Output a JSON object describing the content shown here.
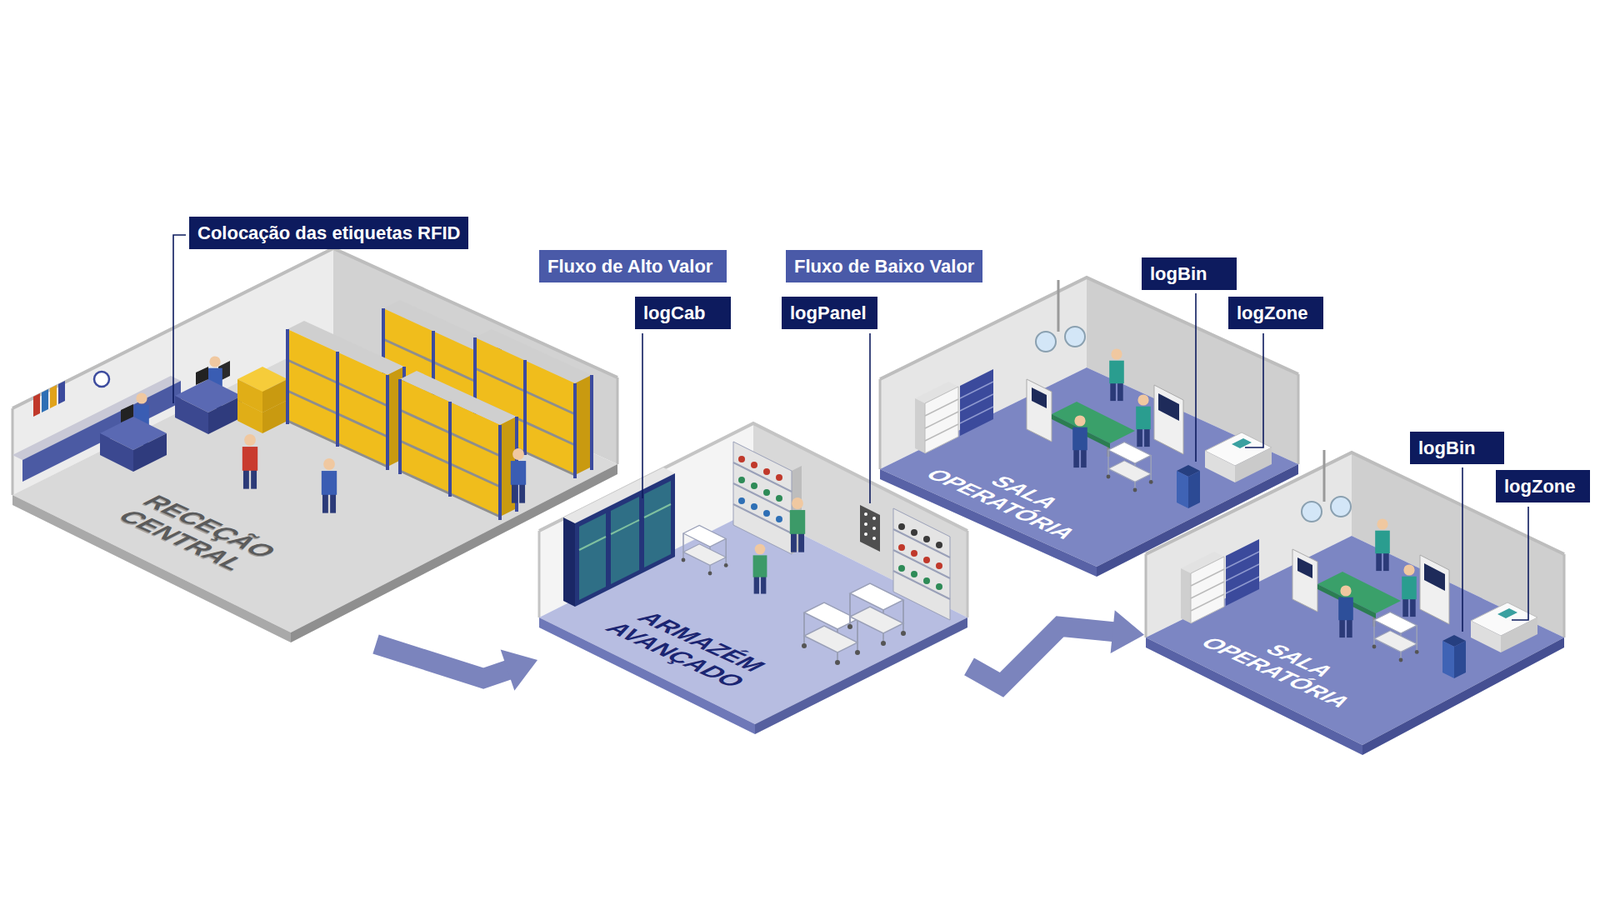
{
  "diagram": {
    "nodes": [
      {
        "text": [
          "Colocação das etiquetas RFID"
        ]
      },
      {
        "text": [
          "RECEÇÃO CENTRAL"
        ]
      },
      {
        "text": [
          "Fluxo de Alto Valor"
        ]
      },
      {
        "text": [
          "logCab"
        ]
      },
      {
        "text": [
          "Fluxo de Baixo Valor"
        ]
      },
      {
        "text": [
          "logPanel"
        ]
      },
      {
        "text": [
          "ARMAZÉM AVANÇADO"
        ]
      },
      {
        "text": [
          "logBin"
        ]
      },
      {
        "text": [
          "logZone"
        ]
      },
      {
        "text": [
          "SALA OPERATÓRIA"
        ]
      },
      {
        "text": [
          "logBin"
        ]
      },
      {
        "text": [
          "logZone"
        ]
      },
      {
        "text": [
          "SALA OPERATÓRIA"
        ]
      }
    ],
    "edges": [
      {
        "from": 1,
        "to": 6,
        "arrow": "to"
      },
      {
        "from": 6,
        "to": 12,
        "arrow": "to"
      }
    ]
  }
}
